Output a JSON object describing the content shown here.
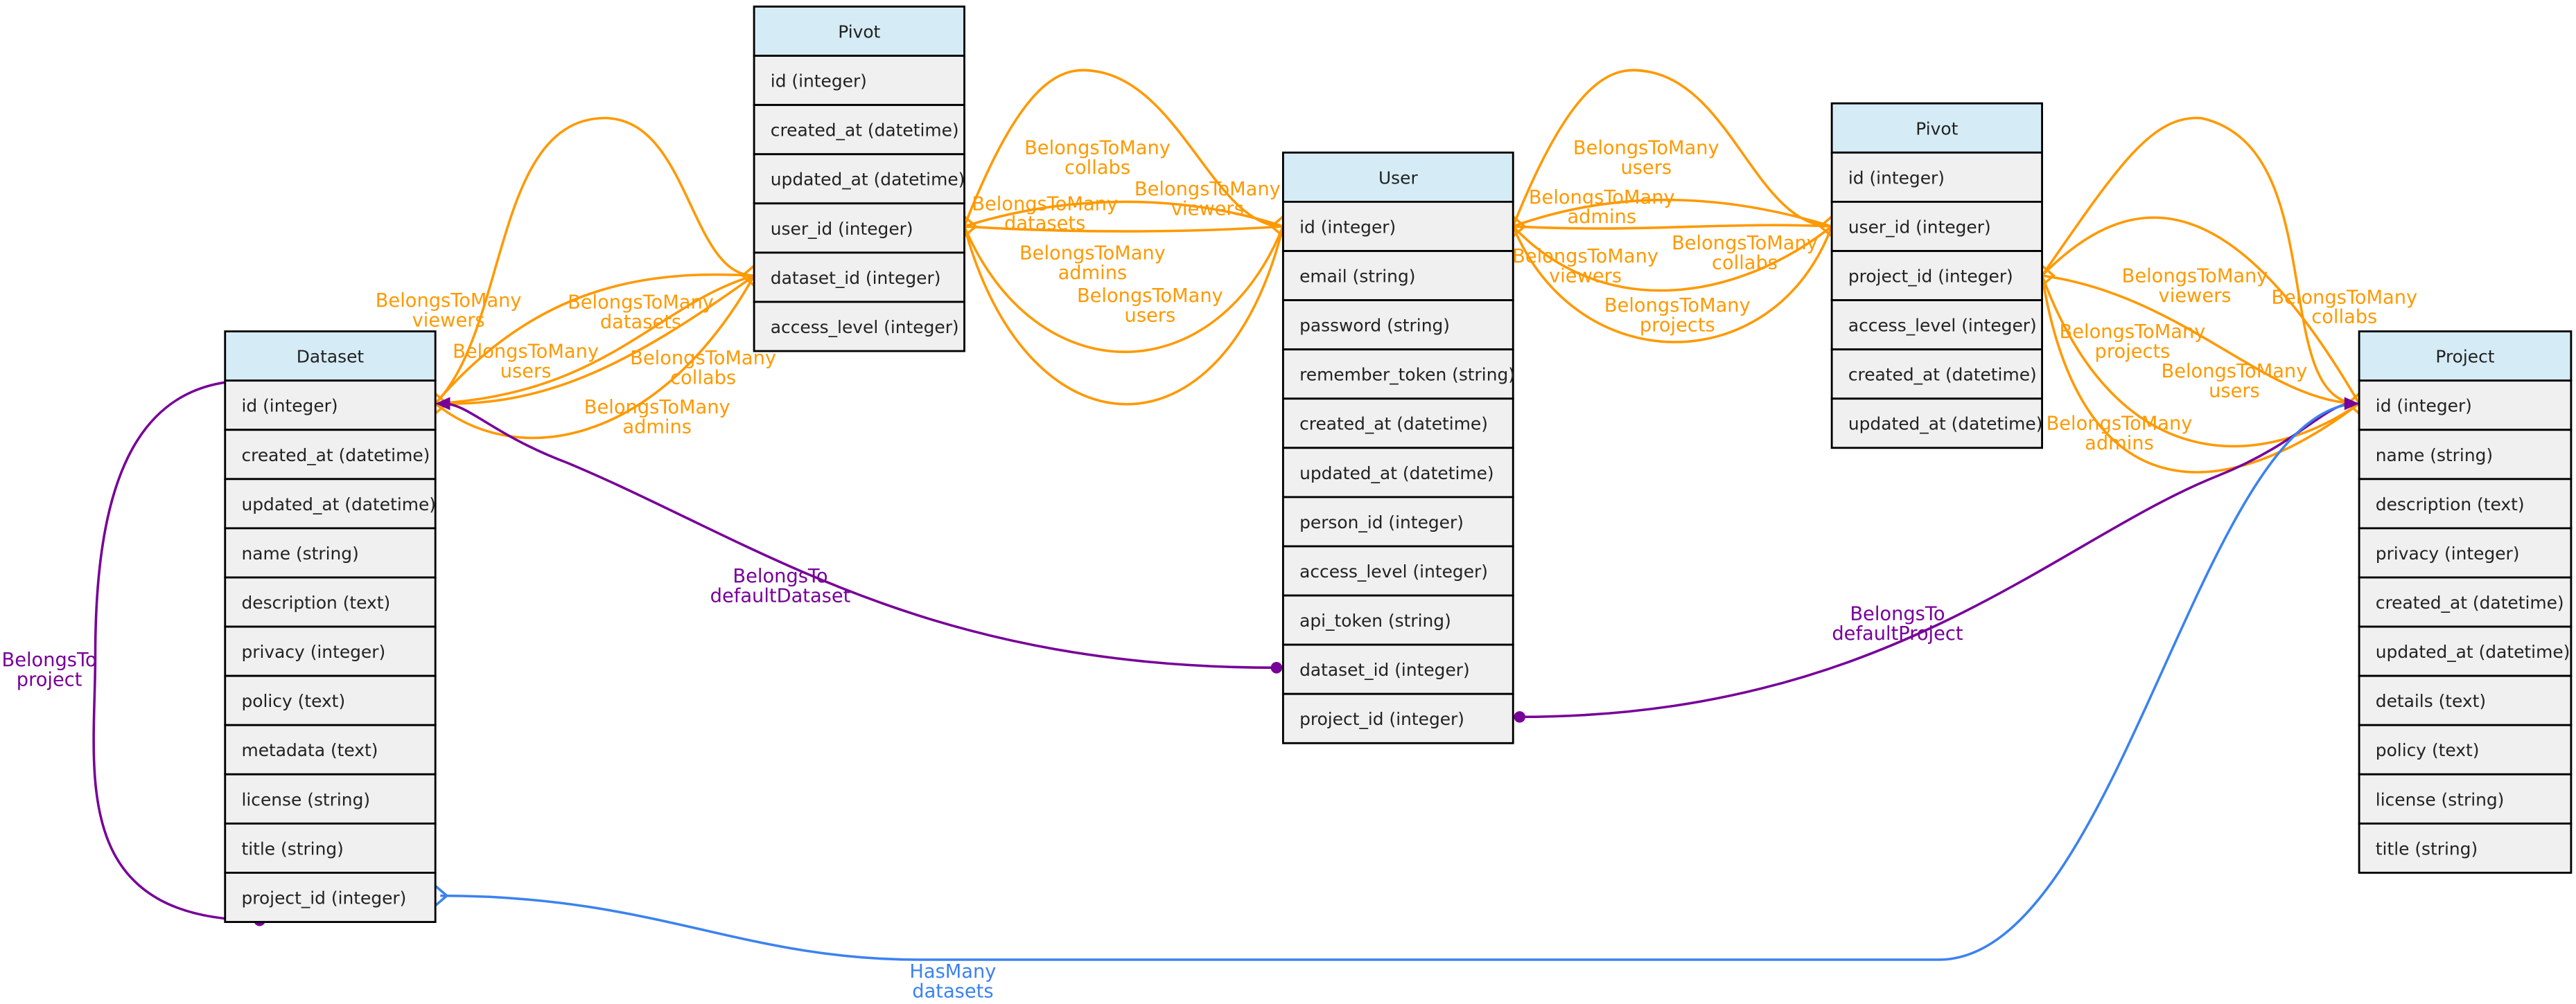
{
  "colors": {
    "belongs_to_many": "#ff9900",
    "belongs_to": "#770099",
    "has_many": "#3b82f0",
    "table_header": "#d5ecf6",
    "table_row": "#f0f0f0"
  },
  "tables": [
    {
      "id": "pivot1",
      "name": "Pivot",
      "fields": [
        "id (integer)",
        "created_at (datetime)",
        "updated_at (datetime)",
        "user_id (integer)",
        "dataset_id (integer)",
        "access_level (integer)"
      ]
    },
    {
      "id": "user",
      "name": "User",
      "fields": [
        "id (integer)",
        "email (string)",
        "password (string)",
        "remember_token (string)",
        "created_at (datetime)",
        "updated_at (datetime)",
        "person_id (integer)",
        "access_level (integer)",
        "api_token (string)",
        "dataset_id (integer)",
        "project_id (integer)"
      ]
    },
    {
      "id": "pivot2",
      "name": "Pivot",
      "fields": [
        "id (integer)",
        "user_id (integer)",
        "project_id (integer)",
        "access_level (integer)",
        "created_at (datetime)",
        "updated_at (datetime)"
      ]
    },
    {
      "id": "dataset",
      "name": "Dataset",
      "fields": [
        "id (integer)",
        "created_at (datetime)",
        "updated_at (datetime)",
        "name (string)",
        "description (text)",
        "privacy (integer)",
        "policy (text)",
        "metadata (text)",
        "license (string)",
        "title (string)",
        "project_id (integer)"
      ]
    },
    {
      "id": "project",
      "name": "Project",
      "fields": [
        "id (integer)",
        "name (string)",
        "description (text)",
        "privacy (integer)",
        "created_at (datetime)",
        "updated_at (datetime)",
        "details (text)",
        "policy (text)",
        "license (string)",
        "title (string)"
      ]
    }
  ],
  "edges": [
    {
      "type": "BelongsToMany",
      "name": "viewers",
      "from": "Dataset.id",
      "to": "Pivot.dataset_id"
    },
    {
      "type": "BelongsToMany",
      "name": "datasets",
      "from": "Dataset.id",
      "to": "Pivot.dataset_id"
    },
    {
      "type": "BelongsToMany",
      "name": "users",
      "from": "Dataset.id",
      "to": "Pivot.dataset_id"
    },
    {
      "type": "BelongsToMany",
      "name": "collabs",
      "from": "Dataset.id",
      "to": "Pivot.dataset_id"
    },
    {
      "type": "BelongsToMany",
      "name": "admins",
      "from": "Dataset.id",
      "to": "Pivot.dataset_id"
    },
    {
      "type": "BelongsToMany",
      "name": "collabs",
      "from": "Pivot.user_id",
      "to": "User.id"
    },
    {
      "type": "BelongsToMany",
      "name": "viewers",
      "from": "Pivot.user_id",
      "to": "User.id"
    },
    {
      "type": "BelongsToMany",
      "name": "datasets",
      "from": "Pivot.user_id",
      "to": "User.id"
    },
    {
      "type": "BelongsToMany",
      "name": "admins",
      "from": "Pivot.user_id",
      "to": "User.id"
    },
    {
      "type": "BelongsToMany",
      "name": "users",
      "from": "Pivot.user_id",
      "to": "User.id"
    },
    {
      "type": "BelongsToMany",
      "name": "users",
      "from": "User.id",
      "to": "Pivot.user_id"
    },
    {
      "type": "BelongsToMany",
      "name": "admins",
      "from": "User.id",
      "to": "Pivot.user_id"
    },
    {
      "type": "BelongsToMany",
      "name": "collabs",
      "from": "User.id",
      "to": "Pivot.user_id"
    },
    {
      "type": "BelongsToMany",
      "name": "viewers",
      "from": "User.id",
      "to": "Pivot.user_id"
    },
    {
      "type": "BelongsToMany",
      "name": "projects",
      "from": "User.id",
      "to": "Pivot.user_id"
    },
    {
      "type": "BelongsToMany",
      "name": "collabs",
      "from": "Pivot.project_id",
      "to": "Project.id"
    },
    {
      "type": "BelongsToMany",
      "name": "viewers",
      "from": "Pivot.project_id",
      "to": "Project.id"
    },
    {
      "type": "BelongsToMany",
      "name": "projects",
      "from": "Pivot.project_id",
      "to": "Project.id"
    },
    {
      "type": "BelongsToMany",
      "name": "users",
      "from": "Pivot.project_id",
      "to": "Project.id"
    },
    {
      "type": "BelongsToMany",
      "name": "admins",
      "from": "Pivot.project_id",
      "to": "Project.id"
    },
    {
      "type": "BelongsTo",
      "name": "defaultDataset",
      "from": "User.dataset_id",
      "to": "Dataset.id"
    },
    {
      "type": "BelongsTo",
      "name": "defaultProject",
      "from": "User.project_id",
      "to": "Project.id"
    },
    {
      "type": "BelongsTo",
      "name": "project",
      "from": "Dataset.project_id",
      "to": "Dataset.id"
    },
    {
      "type": "HasMany",
      "name": "datasets",
      "from": "Dataset.project_id",
      "to": "Project.id"
    }
  ]
}
